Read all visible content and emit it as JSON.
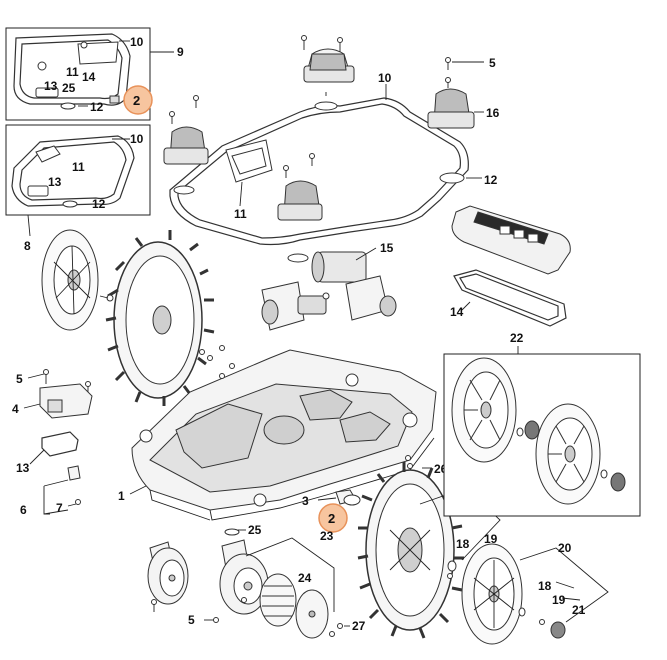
{
  "labels": {
    "l10a": "10",
    "l9": "9",
    "l11a": "11",
    "l14a": "14",
    "l13a": "13",
    "l25a": "25",
    "l12a": "12",
    "l10b": "10",
    "l11b": "11",
    "l13b": "13",
    "l12b": "12",
    "l8": "8",
    "l10c": "10",
    "l5a": "5",
    "l16": "16",
    "l12c": "12",
    "l11c": "11",
    "l15": "15",
    "l14b": "14",
    "l22": "22",
    "l5b": "5",
    "l4": "4",
    "l13c": "13",
    "l6": "6",
    "l7": "7",
    "l1": "1",
    "l3": "3",
    "l23": "23",
    "l25b": "25",
    "l24": "24",
    "l5c": "5",
    "l27": "27",
    "l26": "26",
    "l17": "17",
    "l18a": "18",
    "l19a": "19",
    "l20": "20",
    "l18b": "18",
    "l19b": "19",
    "l21": "21"
  },
  "callouts": {
    "c2a": "2",
    "c2b": "2"
  },
  "colors": {
    "callout_fill": "#f7c59f",
    "callout_stroke": "#e8925a",
    "line": "#222222"
  }
}
